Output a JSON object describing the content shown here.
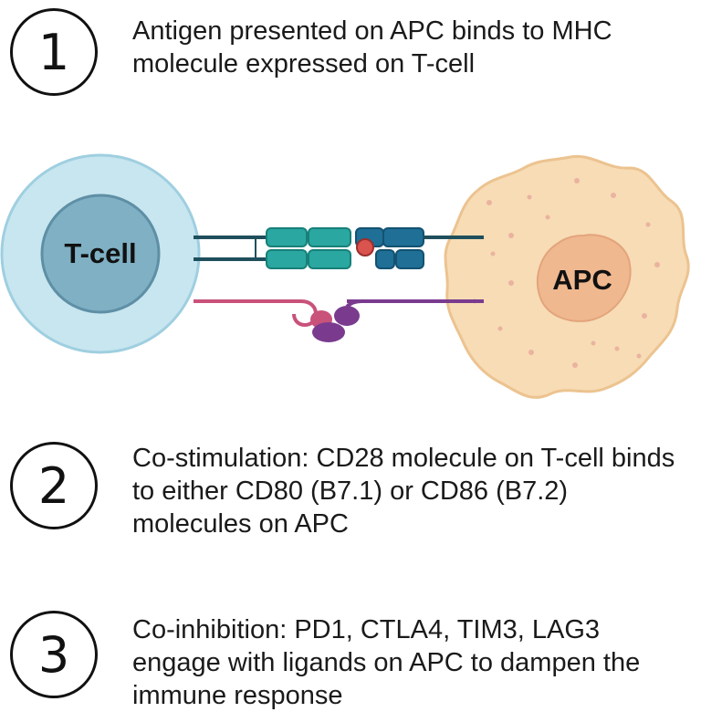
{
  "steps": [
    {
      "number": "1",
      "text": "Antigen presented on APC binds to MHC molecule expressed on T-cell"
    },
    {
      "number": "2",
      "text": "Co-stimulation: CD28 molecule on T-cell binds to either CD80 (B7.1) or CD86 (B7.2) molecules on APC"
    },
    {
      "number": "3",
      "text": "Co-inhibition: PD1, CTLA4, TIM3, LAG3 engage with ligands on APC to dampen the immune response"
    }
  ],
  "diagram": {
    "tcell_label": "T-cell",
    "apc_label": "APC",
    "colors": {
      "tcell_outer": "#c8e6f0",
      "tcell_inner": "#7fb0c4",
      "apc_body": "#f7dcb5",
      "apc_nucleus": "#f0b88f",
      "tcr_teal": "#2aa7a0",
      "mhc_blue": "#1f6f97",
      "antigen_red": "#d9534f",
      "cd28_pink": "#c9527a",
      "ligand_purple": "#7a3b8f"
    }
  }
}
